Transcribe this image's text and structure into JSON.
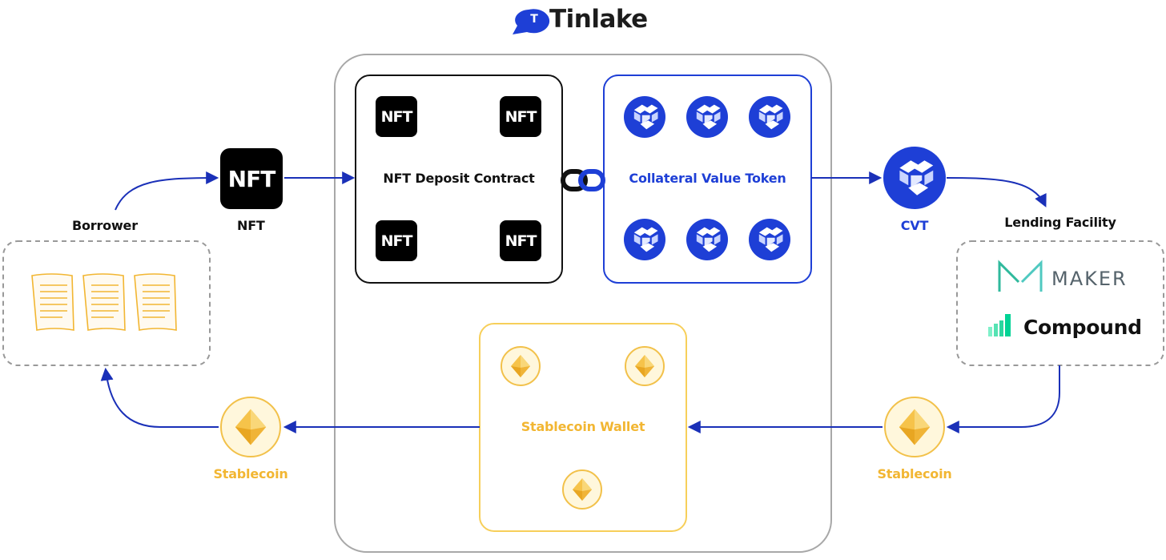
{
  "header": {
    "brand": "Tinlake",
    "logo_letter": "T"
  },
  "borrower": {
    "label": "Borrower"
  },
  "nft_token": {
    "label": "NFT",
    "icon_text": "NFT"
  },
  "deposit_contract": {
    "label": "NFT Deposit Contract",
    "icon_text": "NFT"
  },
  "collateral_token": {
    "label": "Collateral Value Token"
  },
  "cvt": {
    "label": "CVT"
  },
  "lending_facility": {
    "label": "Lending Facility",
    "maker": "MAKER",
    "compound": "Compound"
  },
  "stablecoin_wallet": {
    "label": "Stablecoin Wallet"
  },
  "stablecoin_left": {
    "label": "Stablecoin"
  },
  "stablecoin_right": {
    "label": "Stablecoin"
  },
  "colors": {
    "blue": "#1e3fd6",
    "navy": "#1a30b8",
    "gold": "#f2b632",
    "gold_light": "#f7cf5a",
    "gray": "#9a9a9a",
    "maker_teal": "#2fb99c",
    "compound_teal": "#00d395"
  }
}
